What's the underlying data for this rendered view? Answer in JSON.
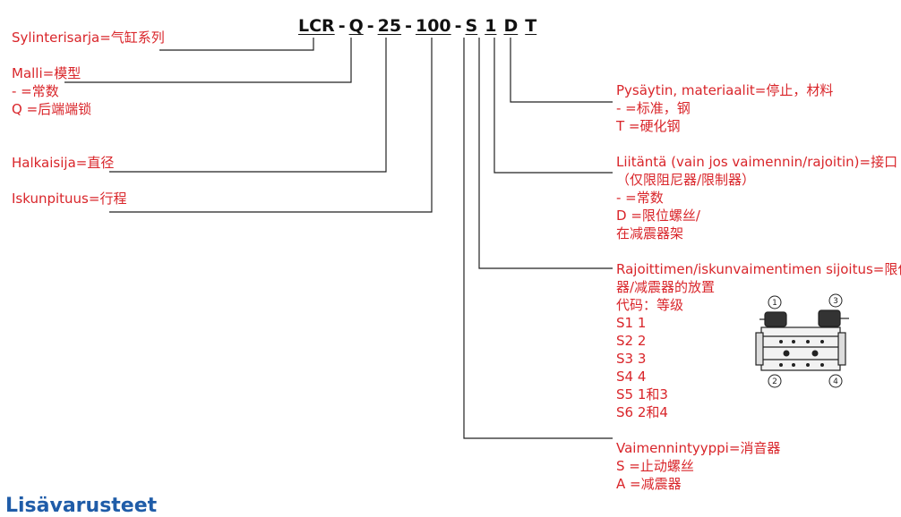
{
  "code": {
    "series": "LCR",
    "model": "Q",
    "bore": "25",
    "stroke": "100",
    "placement": "S",
    "interface": "1",
    "option": "D",
    "stopper": "T",
    "dash": "-"
  },
  "labels": {
    "series": "Sylinterisarja=气缸系列",
    "model": [
      "Malli=模型",
      "- =常数",
      "Q =后端端锁"
    ],
    "bore": "Halkaisija=直径",
    "stroke": "Iskunpituus=行程",
    "stopper": [
      "Pysäytin, materiaalit=停止，材料",
      "- =标准，钢",
      "T =硬化钢"
    ],
    "interface": [
      "Liitäntä (vain jos vaimennin/rajoitin)=接口",
      "（仅限阻尼器/限制器）",
      "- =常数",
      "D =限位螺丝/",
      "在减震器架"
    ],
    "placement": [
      "Rajoittimen/iskunvaimentimen sijoitus=限位",
      "器/减震器的放置",
      "代码：等级",
      "S1 1",
      "S2 2",
      "S3 3",
      "S4 4",
      "S5 1和3",
      "S6 2和4"
    ],
    "damper": [
      "Vaimennintyyppi=消音器",
      "S =止动螺丝",
      "A =减震器"
    ]
  },
  "figure": {
    "markers": [
      "1",
      "3",
      "2",
      "4"
    ]
  },
  "footer": "Lisävarusteet"
}
